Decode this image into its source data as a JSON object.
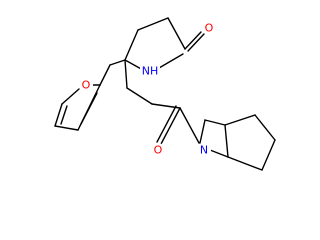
{
  "molecule": {
    "atom_labels": {
      "carbonyl_oxygen_ring": "O",
      "ring_nitrogen": "NH",
      "furan_oxygen": "O",
      "amide_oxygen": "O",
      "amide_nitrogen": "N"
    },
    "colors": {
      "bond": "#000000",
      "oxygen": "#ff0000",
      "nitrogen": "#0000ff"
    }
  }
}
